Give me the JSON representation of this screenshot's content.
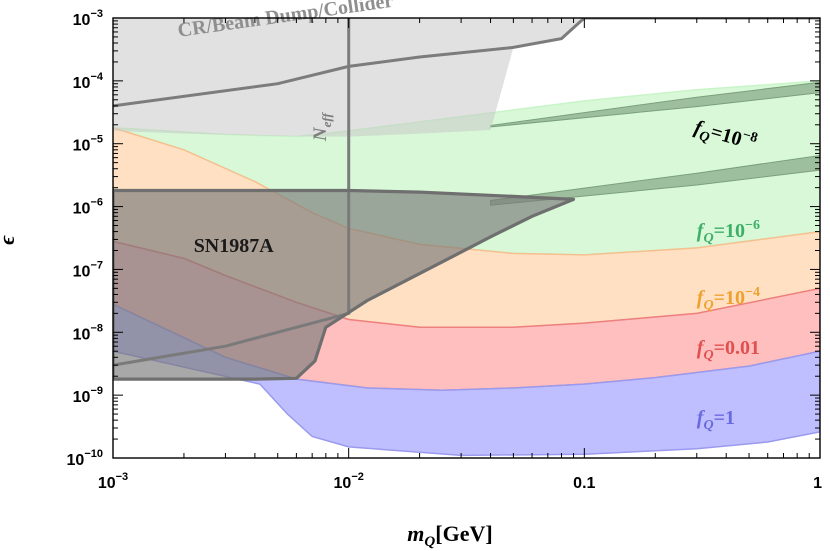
{
  "chart_data": {
    "type": "area",
    "title": "",
    "xlabel": {
      "var": "m",
      "sub": "Q",
      "unit": "[GeV]"
    },
    "ylabel": "ϵ",
    "xscale": "log",
    "yscale": "log",
    "xlim": [
      0.001,
      1
    ],
    "ylim": [
      1e-10,
      0.001
    ],
    "x_ticks": [
      {
        "v": 0.001,
        "base": "10",
        "exp": "−3"
      },
      {
        "v": 0.01,
        "base": "10",
        "exp": "−2"
      },
      {
        "v": 0.1,
        "base": "0.1",
        "exp": ""
      },
      {
        "v": 1,
        "base": "1",
        "exp": ""
      }
    ],
    "y_ticks": [
      {
        "v": 1e-10,
        "base": "10",
        "exp": "−10"
      },
      {
        "v": 1e-09,
        "base": "10",
        "exp": "−9"
      },
      {
        "v": 1e-08,
        "base": "10",
        "exp": "−8"
      },
      {
        "v": 1e-07,
        "base": "10",
        "exp": "−7"
      },
      {
        "v": 1e-06,
        "base": "10",
        "exp": "−6"
      },
      {
        "v": 1e-05,
        "base": "10",
        "exp": "−5"
      },
      {
        "v": 0.0001,
        "base": "10",
        "exp": "−4"
      },
      {
        "v": 0.001,
        "base": "10",
        "exp": "−3"
      }
    ],
    "grid": false,
    "bands": [
      {
        "name": "f_Q=1",
        "fill": "#b4b4ff",
        "edge": "#9a9aee",
        "fill_opacity": 0.85,
        "upper": [
          [
            0.001,
            2.8e-08
          ],
          [
            0.003,
            4e-09
          ],
          [
            0.006,
            1.8e-09
          ],
          [
            0.012,
            1.3e-09
          ],
          [
            0.025,
            1.2e-09
          ],
          [
            0.05,
            1.3e-09
          ],
          [
            0.1,
            1.5e-09
          ],
          [
            0.2,
            1.9e-09
          ],
          [
            0.5,
            2.9e-09
          ],
          [
            1,
            5e-09
          ]
        ],
        "lower": [
          [
            0.001,
            5e-09
          ],
          [
            0.0042,
            1.5e-09
          ],
          [
            0.0055,
            5e-10
          ],
          [
            0.007,
            2.2e-10
          ],
          [
            0.01,
            1.5e-10
          ],
          [
            0.03,
            1.1e-10
          ],
          [
            0.1,
            1.15e-10
          ],
          [
            0.3,
            1.4e-10
          ],
          [
            0.6,
            1.8e-10
          ],
          [
            1,
            2.6e-10
          ]
        ]
      },
      {
        "name": "f_Q=0.01",
        "fill": "#ffb4b4",
        "edge": "#ee8080",
        "fill_opacity": 0.85,
        "upper": [
          [
            0.001,
            2.8e-07
          ],
          [
            0.002,
            1.5e-07
          ],
          [
            0.003,
            8e-08
          ],
          [
            0.006,
            3e-08
          ],
          [
            0.01,
            1.6e-08
          ],
          [
            0.02,
            1.2e-08
          ],
          [
            0.05,
            1.2e-08
          ],
          [
            0.1,
            1.4e-08
          ],
          [
            0.3,
            2e-08
          ],
          [
            1,
            5e-08
          ]
        ],
        "lower": [
          [
            0.001,
            2.8e-08
          ],
          [
            0.003,
            4e-09
          ],
          [
            0.006,
            1.8e-09
          ],
          [
            0.012,
            1.3e-09
          ],
          [
            0.025,
            1.2e-09
          ],
          [
            0.05,
            1.3e-09
          ],
          [
            0.1,
            1.5e-09
          ],
          [
            0.2,
            1.9e-09
          ],
          [
            0.5,
            2.9e-09
          ],
          [
            1,
            5e-09
          ]
        ]
      },
      {
        "name": "f_Q=10^-4",
        "fill": "#ffd8b4",
        "edge": "#f5c090",
        "fill_opacity": 0.8,
        "upper": [
          [
            0.001,
            1.8e-05
          ],
          [
            0.002,
            8e-06
          ],
          [
            0.004,
            2.5e-06
          ],
          [
            0.007,
            8e-07
          ],
          [
            0.01,
            4.5e-07
          ],
          [
            0.02,
            2.5e-07
          ],
          [
            0.05,
            1.8e-07
          ],
          [
            0.1,
            1.7e-07
          ],
          [
            0.3,
            2.2e-07
          ],
          [
            1,
            4e-07
          ]
        ],
        "lower": [
          [
            0.001,
            2.8e-07
          ],
          [
            0.002,
            1.5e-07
          ],
          [
            0.003,
            8e-08
          ],
          [
            0.006,
            3e-08
          ],
          [
            0.01,
            1.6e-08
          ],
          [
            0.02,
            1.2e-08
          ],
          [
            0.05,
            1.2e-08
          ],
          [
            0.1,
            1.4e-08
          ],
          [
            0.3,
            2e-08
          ],
          [
            1,
            5e-08
          ]
        ]
      },
      {
        "name": "f_Q=10^-6",
        "fill": "#c8f5c8",
        "edge": "#c8f5c8",
        "fill_opacity": 0.7,
        "upper": [
          [
            0.001,
            1.8e-05
          ],
          [
            0.003,
            1.4e-05
          ],
          [
            0.006,
            1.3e-05
          ],
          [
            0.01,
            1.6e-05
          ],
          [
            0.03,
            2.7e-05
          ],
          [
            0.1,
            4.8e-05
          ],
          [
            0.3,
            7.2e-05
          ],
          [
            1,
            0.0001
          ]
        ],
        "lower": [
          [
            0.001,
            1.8e-05
          ],
          [
            0.002,
            8e-06
          ],
          [
            0.004,
            2.5e-06
          ],
          [
            0.007,
            8e-07
          ],
          [
            0.01,
            4.5e-07
          ],
          [
            0.02,
            2.5e-07
          ],
          [
            0.05,
            1.8e-07
          ],
          [
            0.1,
            1.7e-07
          ],
          [
            0.3,
            2.2e-07
          ],
          [
            1,
            4e-07
          ]
        ]
      }
    ],
    "slivers": [
      {
        "name": "f_Q=10^-8 sliver",
        "fill": "#98b898",
        "edge": "#7aa07a",
        "points": [
          [
            0.04,
            1.95e-05
          ],
          [
            0.3,
            5.5e-05
          ],
          [
            1,
            9.5e-05
          ],
          [
            1,
            6.5e-05
          ],
          [
            0.3,
            3.9e-05
          ],
          [
            0.04,
            1.85e-05
          ]
        ]
      },
      {
        "name": "f_Q=10^-6 sliver",
        "fill": "#98b898",
        "edge": "#7aa07a",
        "points": [
          [
            0.04,
            1.25e-06
          ],
          [
            0.3,
            3.4e-06
          ],
          [
            1,
            6.5e-06
          ],
          [
            1,
            3.8e-06
          ],
          [
            0.3,
            2.2e-06
          ],
          [
            0.04,
            1.05e-06
          ]
        ]
      }
    ],
    "constraints": [
      {
        "name": "CR/Beam Dump/Collider",
        "fill": "#c8c8c8",
        "edge": "#7c7c7c",
        "fill_opacity": 0.55,
        "points": [
          [
            0.001,
            0.001
          ],
          [
            0.001,
            1.6e-05
          ],
          [
            0.002,
            1.45e-05
          ],
          [
            0.004,
            1.35e-05
          ],
          [
            0.007,
            1.3e-05
          ],
          [
            0.01,
            1.3e-05
          ],
          [
            0.02,
            1.45e-05
          ],
          [
            0.04,
            1.65e-05
          ],
          [
            0.05,
            0.00034
          ],
          [
            0.08,
            0.00047
          ],
          [
            0.1,
            0.001
          ]
        ],
        "edge_path": [
          [
            0.001,
            4e-05
          ],
          [
            0.005,
            9e-05
          ],
          [
            0.01,
            0.00017
          ],
          [
            0.02,
            0.00024
          ],
          [
            0.05,
            0.00034
          ],
          [
            0.08,
            0.00047
          ],
          [
            0.1,
            0.001
          ],
          [
            1,
            0.001
          ]
        ]
      },
      {
        "name": "N_eff",
        "fill": "#9a9a9a",
        "edge": "#7c7c7c",
        "line": [
          [
            0.01,
            0.001
          ],
          [
            0.01,
            2e-08
          ],
          [
            0.006,
            1.2e-08
          ],
          [
            0.003,
            6e-09
          ],
          [
            0.001,
            3e-09
          ]
        ]
      },
      {
        "name": "SN1987A",
        "fill": "#7a7a7a",
        "edge": "#6f6f6f",
        "fill_opacity": 0.65,
        "points": [
          [
            0.001,
            1.8e-06
          ],
          [
            0.01,
            1.8e-06
          ],
          [
            0.02,
            1.7e-06
          ],
          [
            0.05,
            1.45e-06
          ],
          [
            0.09,
            1.3e-06
          ],
          [
            0.06,
            7e-07
          ],
          [
            0.04,
            3.3e-07
          ],
          [
            0.028,
            1.65e-07
          ],
          [
            0.012,
            3.2e-08
          ],
          [
            0.008,
            1.2e-08
          ],
          [
            0.0072,
            3.5e-09
          ],
          [
            0.006,
            1.85e-09
          ],
          [
            0.004,
            1.8e-09
          ],
          [
            0.001,
            1.8e-09
          ]
        ]
      }
    ],
    "annotations": [
      {
        "text": "CR/Beam Dump/Collider",
        "x": 0.0019,
        "y": 0.0005,
        "color": "#8f8f8f",
        "rotate": -8,
        "size": 20,
        "kind": "plain"
      },
      {
        "text": "N",
        "sub": "eff",
        "x": 0.008,
        "y": 1.1e-05,
        "color": "#7d7d7d",
        "rotate": -90,
        "size": 19,
        "kind": "sub"
      },
      {
        "text": "SN1987A",
        "x": 0.0022,
        "y": 1.9e-07,
        "color": "#1a1a1a",
        "rotate": 0,
        "size": 20,
        "kind": "plain"
      },
      {
        "text": "f",
        "sub": "Q",
        "tail": "=10",
        "sup": "−8",
        "x": 0.29,
        "y": 1.5e-05,
        "color": "#000000",
        "rotate": 16,
        "size": 20,
        "kind": "fq"
      },
      {
        "text": "f",
        "sub": "Q",
        "tail": "=10",
        "sup": "−6",
        "x": 0.3,
        "y": 3.3e-07,
        "color": "#3fae69",
        "rotate": 0,
        "size": 20,
        "kind": "fq"
      },
      {
        "text": "f",
        "sub": "Q",
        "tail": "=10",
        "sup": "−4",
        "x": 0.3,
        "y": 2.8e-08,
        "color": "#f0a030",
        "rotate": 0,
        "size": 20,
        "kind": "fq"
      },
      {
        "text": "f",
        "sub": "Q",
        "tail": "=0.01",
        "sup": "",
        "x": 0.3,
        "y": 4.5e-09,
        "color": "#e05050",
        "rotate": 0,
        "size": 20,
        "kind": "fq"
      },
      {
        "text": "f",
        "sub": "Q",
        "tail": "=1",
        "sup": "",
        "x": 0.3,
        "y": 3.5e-10,
        "color": "#6a6ae0",
        "rotate": 0,
        "size": 20,
        "kind": "fq"
      }
    ]
  }
}
